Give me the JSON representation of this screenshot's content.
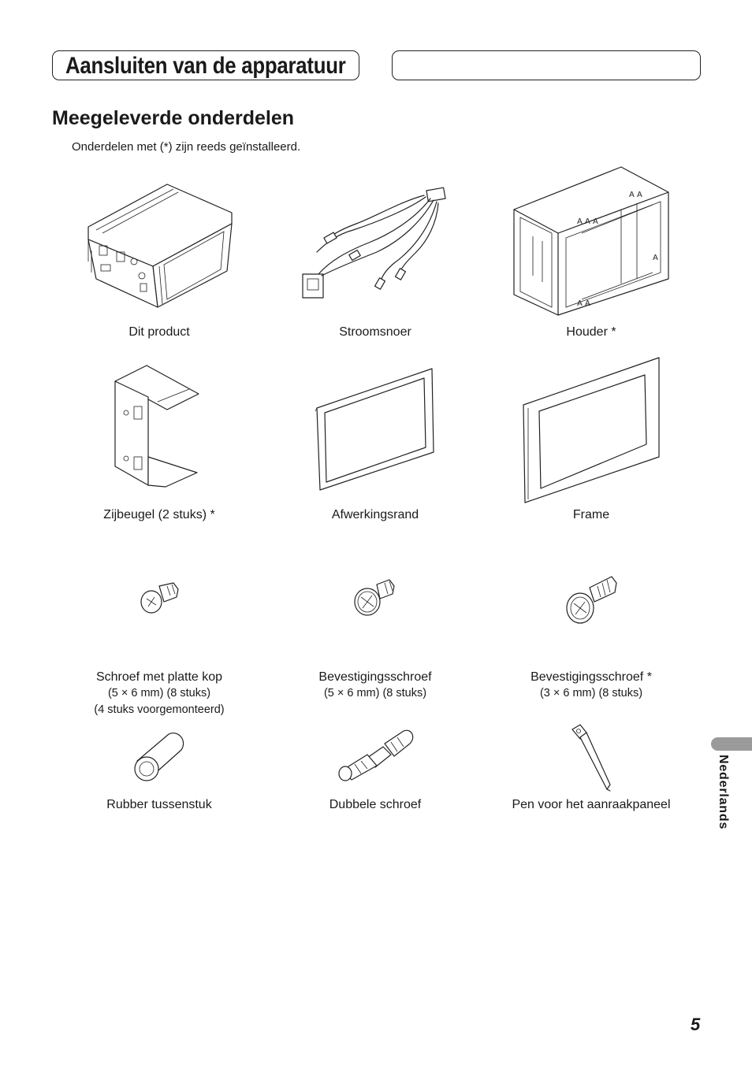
{
  "header": {
    "title": "Aansluiten van de apparatuur"
  },
  "section": {
    "title": "Meegeleverde onderdelen",
    "note": "Onderdelen met (*) zijn reeds geïnstalleerd."
  },
  "parts": {
    "product": {
      "label": "Dit product"
    },
    "power_cord": {
      "label": "Stroomsnoer"
    },
    "holder": {
      "label": "Houder *"
    },
    "side_bracket": {
      "label": "Zijbeugel (2 stuks) *"
    },
    "trim_ring": {
      "label": "Afwerkingsrand"
    },
    "frame": {
      "label": "Frame"
    },
    "flat_head_screw": {
      "label": "Schroef met platte kop",
      "spec": "(5 × 6 mm) (8 stuks)",
      "note": "(4 stuks voorgemonteerd)"
    },
    "fixing_screw_5x6": {
      "label": "Bevestigingsschroef",
      "spec": "(5 × 6 mm) (8 stuks)"
    },
    "fixing_screw_3x6": {
      "label": "Bevestigingsschroef *",
      "spec": "(3 × 6 mm) (8 stuks)"
    },
    "rubber_bush": {
      "label": "Rubber tussenstuk"
    },
    "double_screw": {
      "label": "Dubbele schroef"
    },
    "touch_pen": {
      "label": "Pen voor het aanraakpaneel"
    }
  },
  "sidebar": {
    "language": "Nederlands"
  },
  "footer": {
    "page_number": "5"
  },
  "colors": {
    "text": "#1a1a1a",
    "tab_gray": "#9a9a9a"
  }
}
